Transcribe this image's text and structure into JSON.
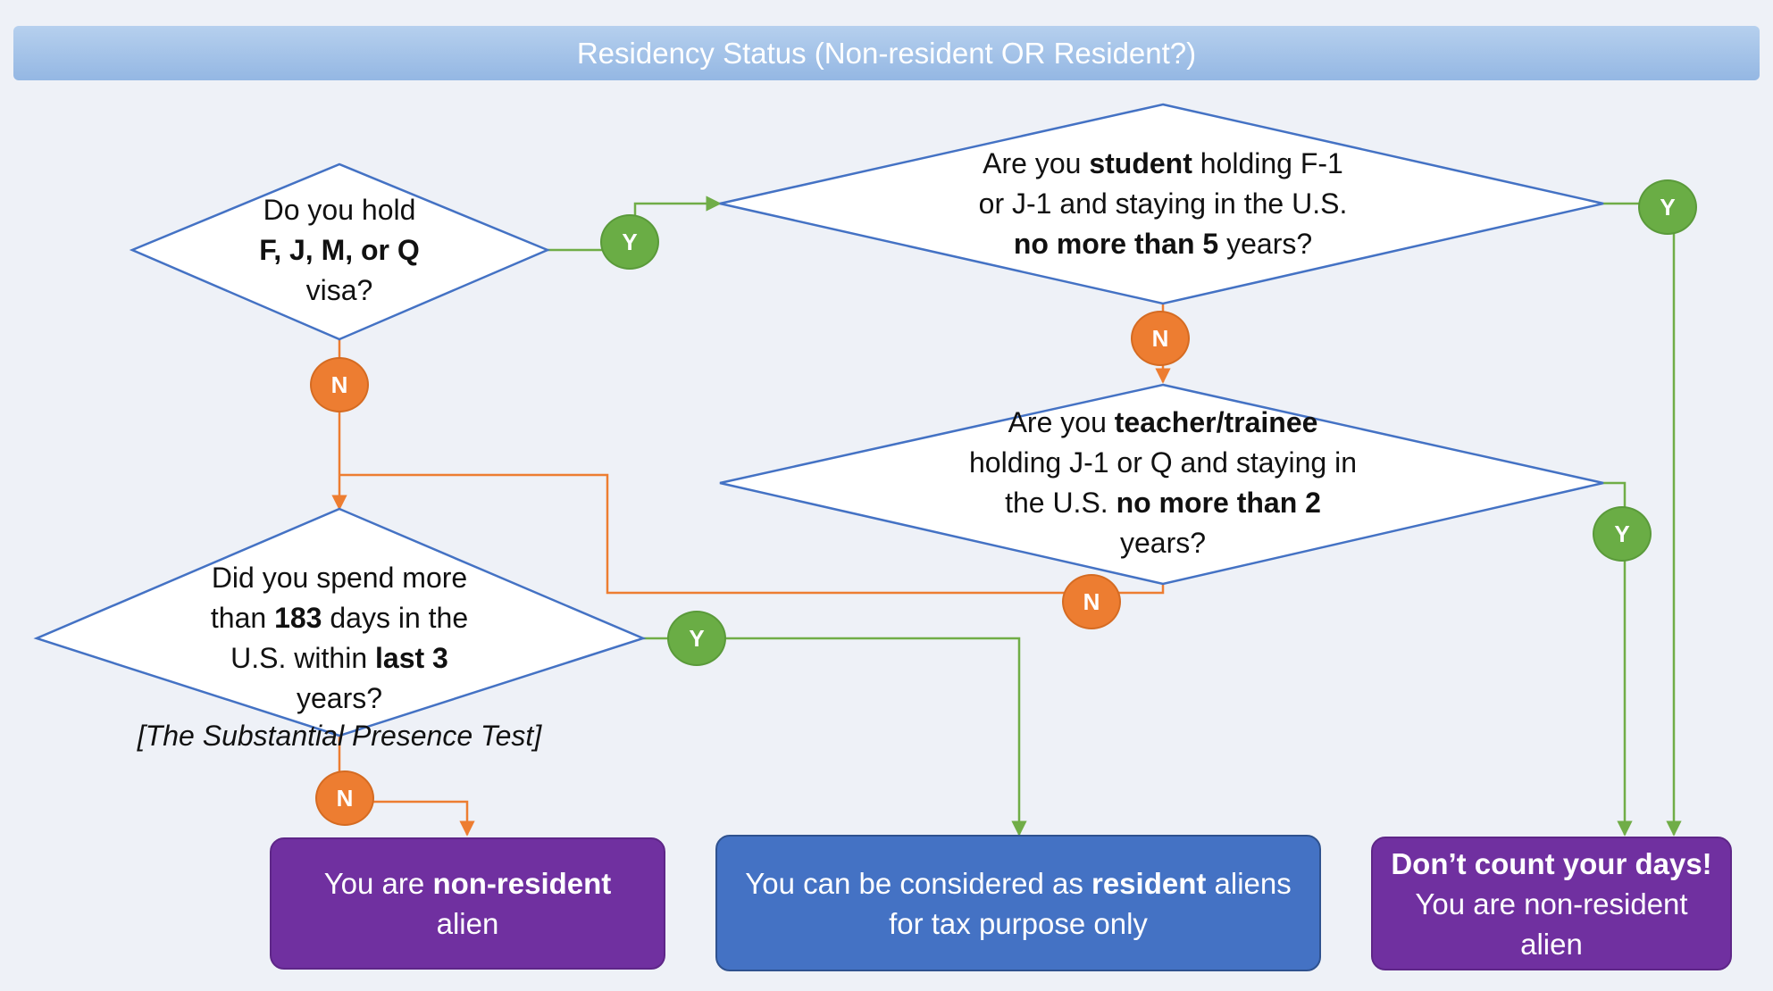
{
  "header": {
    "title": "Residency Status (Non-resident OR Resident?)"
  },
  "questions": {
    "visa": {
      "line1": "Do you hold",
      "line2": "F, J, M, or Q",
      "line3": "visa?"
    },
    "student": {
      "l1_pre": "Are you ",
      "l1_bold": "student",
      "l1_post": " holding F-1",
      "l2": "or J-1 and staying in the U.S.",
      "l3_bold": "no more than 5",
      "l3_post": " years?"
    },
    "teacher": {
      "l1_pre": "Are you ",
      "l1_bold": "teacher/trainee",
      "l2": "holding J-1 or Q and staying in",
      "l3_pre": "the U.S. ",
      "l3_bold": "no more than 2",
      "l4": "years?"
    },
    "presence": {
      "l1": "Did you spend more",
      "l2_pre": "than ",
      "l2_bold": "183",
      "l2_post": " days in the",
      "l3_pre": "U.S. within ",
      "l3_bold": "last 3",
      "l4": "years?",
      "l5_italic": "[The Substantial Presence Test]"
    }
  },
  "badges": {
    "yes": "Y",
    "no": "N"
  },
  "outcomes": {
    "nonresident": {
      "l1_pre": "You are ",
      "l1_bold": "non-resident",
      "l2": "alien"
    },
    "resident": {
      "l1_pre": "You can be considered as ",
      "l1_bold": "resident",
      "l1_post": " aliens",
      "l2": "for tax purpose only"
    },
    "dont_count": {
      "l1_bold": "Don’t count your days!",
      "l2": "You are non-resident",
      "l3": "alien"
    }
  },
  "colors": {
    "diamond_stroke": "#4472c4",
    "yes_badge": "#6aad45",
    "no_badge": "#ed7d31",
    "yes_line": "#70ad47",
    "no_line": "#ed7d31",
    "outcome_purple": "#7030a0",
    "outcome_blue": "#4472c4",
    "header": "#a4c2e8"
  }
}
